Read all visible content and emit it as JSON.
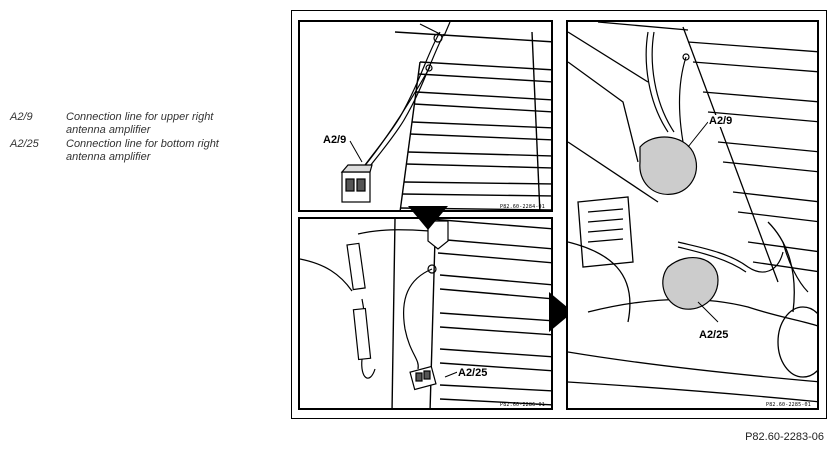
{
  "legend": {
    "items": [
      {
        "code": "A2/9",
        "description": "Connection line for upper right antenna amplifier"
      },
      {
        "code": "A2/25",
        "description": "Connection line for bottom right antenna amplifier"
      }
    ]
  },
  "panels": {
    "top_left": {
      "callout": "A2/9",
      "code": "P82.60-2284-01"
    },
    "bottom_left": {
      "callout": "A2/25",
      "code": "P82.60-2286-01"
    },
    "right": {
      "callout_top": "A2/9",
      "callout_bottom": "A2/25",
      "code": "P82.60-2285-01"
    }
  },
  "figure_code": "P82.60-2283-06"
}
